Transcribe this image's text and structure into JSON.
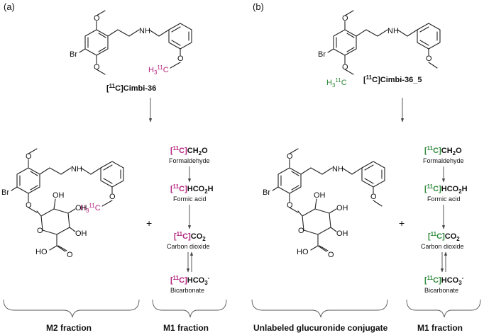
{
  "panels": {
    "a": {
      "label": "(a)",
      "tracer_prefix": "[",
      "tracer_iso": "11",
      "tracer_suffix": "C]Cimbi-36",
      "accent": "#b5237f",
      "labeled_group": {
        "pre": "H",
        "sub": "3",
        "iso": "11",
        "el": "C"
      },
      "m1_bracket_label": "M1 fraction",
      "m2_bracket_label": "M2 fraction"
    },
    "b": {
      "label": "(b)",
      "tracer_prefix": "[",
      "tracer_iso": "11",
      "tracer_suffix": "C]Cimbi-36_5",
      "accent": "#2f8a3b",
      "labeled_group": {
        "pre": "H",
        "sub": "3",
        "iso": "11",
        "el": "C"
      },
      "m1_bracket_label": "M1 fraction",
      "conj_bracket_label": "Unlabeled glucuronide conjugate"
    }
  },
  "atoms": {
    "br": "Br",
    "o": "O",
    "nh": "NH",
    "oh": "OH",
    "ho": "HO",
    "h": "H",
    "plus": "+"
  },
  "metabolites": [
    {
      "formula_rest": "CH",
      "sub": "2",
      "tail": "O",
      "sup": "",
      "name": "Formaldehyde"
    },
    {
      "formula_rest": "HCO",
      "sub": "2",
      "tail": "H",
      "sup": "",
      "name": "Formic acid"
    },
    {
      "formula_rest": "CO",
      "sub": "2",
      "tail": "",
      "sup": "",
      "name": "Carbon dioxide"
    },
    {
      "formula_rest": "HCO",
      "sub": "3",
      "tail": "",
      "sup": "-",
      "name": "Bicarbonate"
    }
  ],
  "isotope": {
    "open": "[",
    "mass": "11",
    "close": "C]"
  }
}
